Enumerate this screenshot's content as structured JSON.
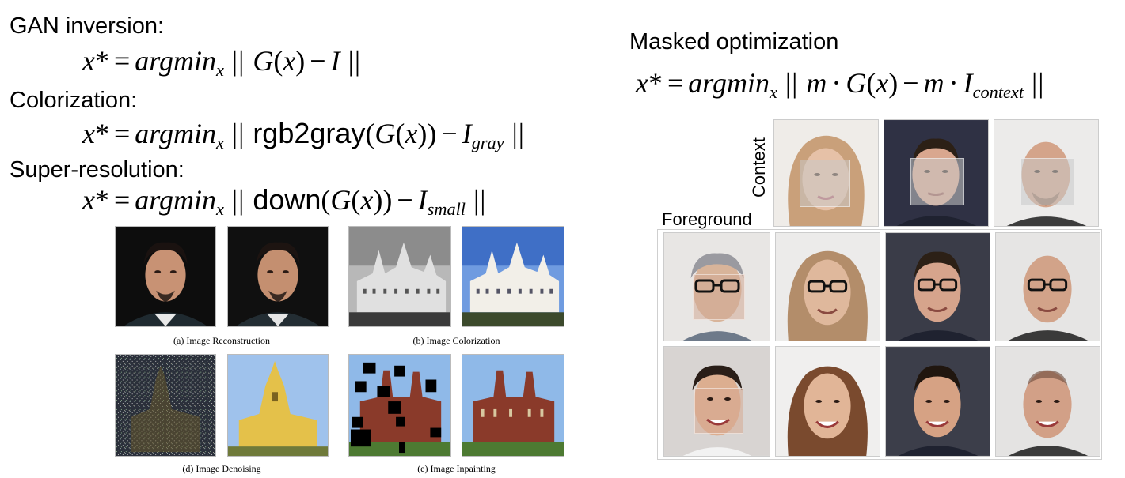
{
  "left": {
    "gan_heading": "GAN inversion:",
    "color_heading": "Colorization:",
    "sr_heading": "Super-resolution:",
    "fn_rgb2gray": "rgb2gray",
    "fn_down": "down",
    "sub_gray": "gray",
    "sub_small": "small",
    "captions": {
      "a": "(a) Image Reconstruction",
      "b": "(b) Image Colorization",
      "d": "(d) Image Denoising",
      "e": "(e) Image Inpainting"
    }
  },
  "right": {
    "masked_heading": "Masked optimization",
    "sub_context": "context",
    "context_label": "Context",
    "foreground_label": "Foreground"
  }
}
